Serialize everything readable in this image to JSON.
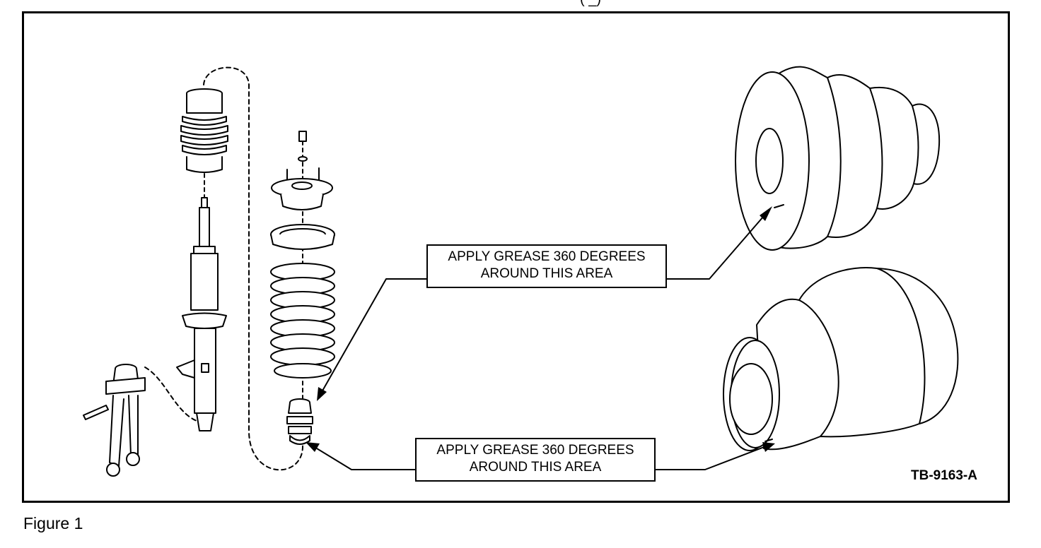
{
  "header": {
    "cut_off_text": "( _)"
  },
  "callouts": {
    "top": {
      "line1": "APPLY GREASE 360 DEGREES",
      "line2": "AROUND THIS AREA"
    },
    "bottom": {
      "line1": "APPLY GREASE 360 DEGREES",
      "line2": "AROUND THIS AREA"
    }
  },
  "figure": {
    "code": "TB-9163-A",
    "caption": "Figure 1"
  },
  "colors": {
    "line": "#000000",
    "background": "#ffffff"
  }
}
